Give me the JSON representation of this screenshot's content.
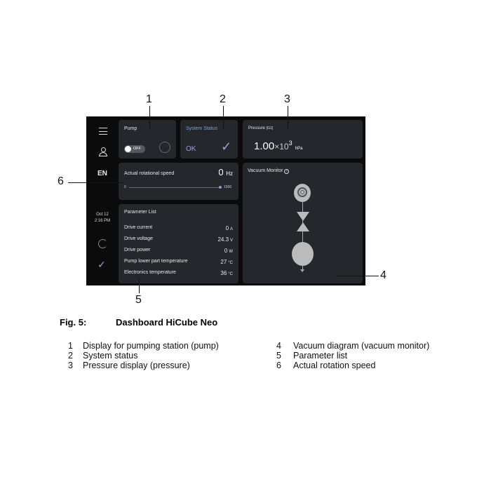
{
  "sidebar": {
    "language": "EN",
    "date": "Oct 12",
    "time": "2:16 PM"
  },
  "pump": {
    "title": "Pump",
    "toggle": "OFF"
  },
  "status": {
    "title": "System Status",
    "value": "OK"
  },
  "pressure": {
    "title": "Pressure",
    "gauge": "[G1]",
    "mantissa": "1.00",
    "times": "×10",
    "exponent": "3",
    "unit": "hPa"
  },
  "speed": {
    "title": "Actual rotational speed",
    "value": "0",
    "unit": "Hz",
    "min": "0",
    "max": "1500"
  },
  "vacuum": {
    "title": "Vacuum Monitor"
  },
  "params": {
    "title": "Parameter List",
    "rows": [
      {
        "name": "Drive current",
        "value": "0",
        "unit": "A"
      },
      {
        "name": "Drive voltage",
        "value": "24.3",
        "unit": "V"
      },
      {
        "name": "Drive power",
        "value": "0",
        "unit": "W"
      },
      {
        "name": "Pump lower part temperature",
        "value": "27",
        "unit": "°C"
      },
      {
        "name": "Electronics temperature",
        "value": "36",
        "unit": "°C"
      }
    ]
  },
  "callouts": [
    "1",
    "2",
    "3",
    "4",
    "5",
    "6"
  ],
  "caption": {
    "label": "Fig. 5:",
    "title": "Dashboard HiCube Neo"
  },
  "legend": [
    {
      "n": "1",
      "text": "Display for pumping station (pump)"
    },
    {
      "n": "2",
      "text": "System status"
    },
    {
      "n": "3",
      "text": "Pressure display (pressure)"
    },
    {
      "n": "4",
      "text": "Vacuum diagram (vacuum monitor)"
    },
    {
      "n": "5",
      "text": "Parameter list"
    },
    {
      "n": "6",
      "text": "Actual rotation speed"
    }
  ]
}
